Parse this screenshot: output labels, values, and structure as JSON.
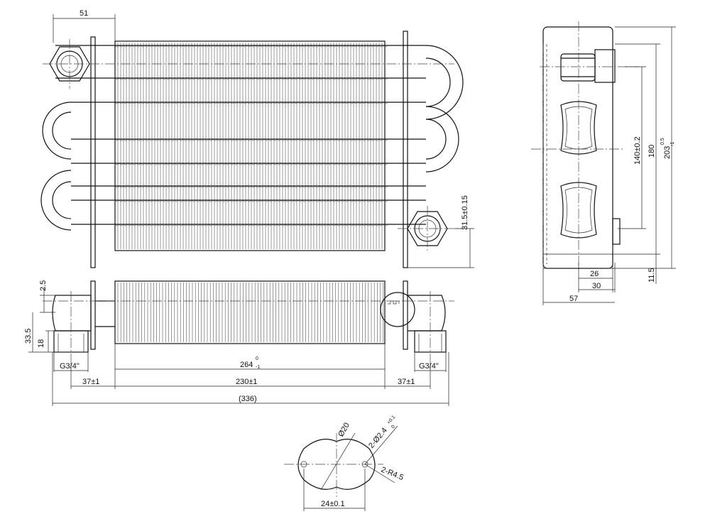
{
  "dimensions": {
    "top_width_51": "51",
    "pitch_31_5": "31.5±0.15",
    "pitch_140": "140±0.2",
    "height_180": "180",
    "height_203": "203",
    "height_203_tol_upper": "0.5",
    "height_203_tol_lower": "-1",
    "side_26": "26",
    "side_30": "30",
    "side_57": "57",
    "side_11_5": "11.5",
    "front_2_5": "2.5",
    "front_33_5": "33.5",
    "front_18": "18",
    "thread_left": "G3/4\"",
    "thread_right": "G3/4\"",
    "len_264": "264",
    "len_264_tol_upper": "0",
    "len_264_tol_lower": "-1",
    "len_37_left": "37±1",
    "len_230": "230±1",
    "len_37_right": "37±1",
    "len_336": "(336)",
    "flange_dia_20": "Ø20",
    "flange_holes": "2-Ø2.4",
    "flange_holes_tol_upper": "+0.1",
    "flange_holes_tol_lower": "0",
    "flange_radius": "2-R4.5",
    "flange_spacing": "24±0.1"
  }
}
